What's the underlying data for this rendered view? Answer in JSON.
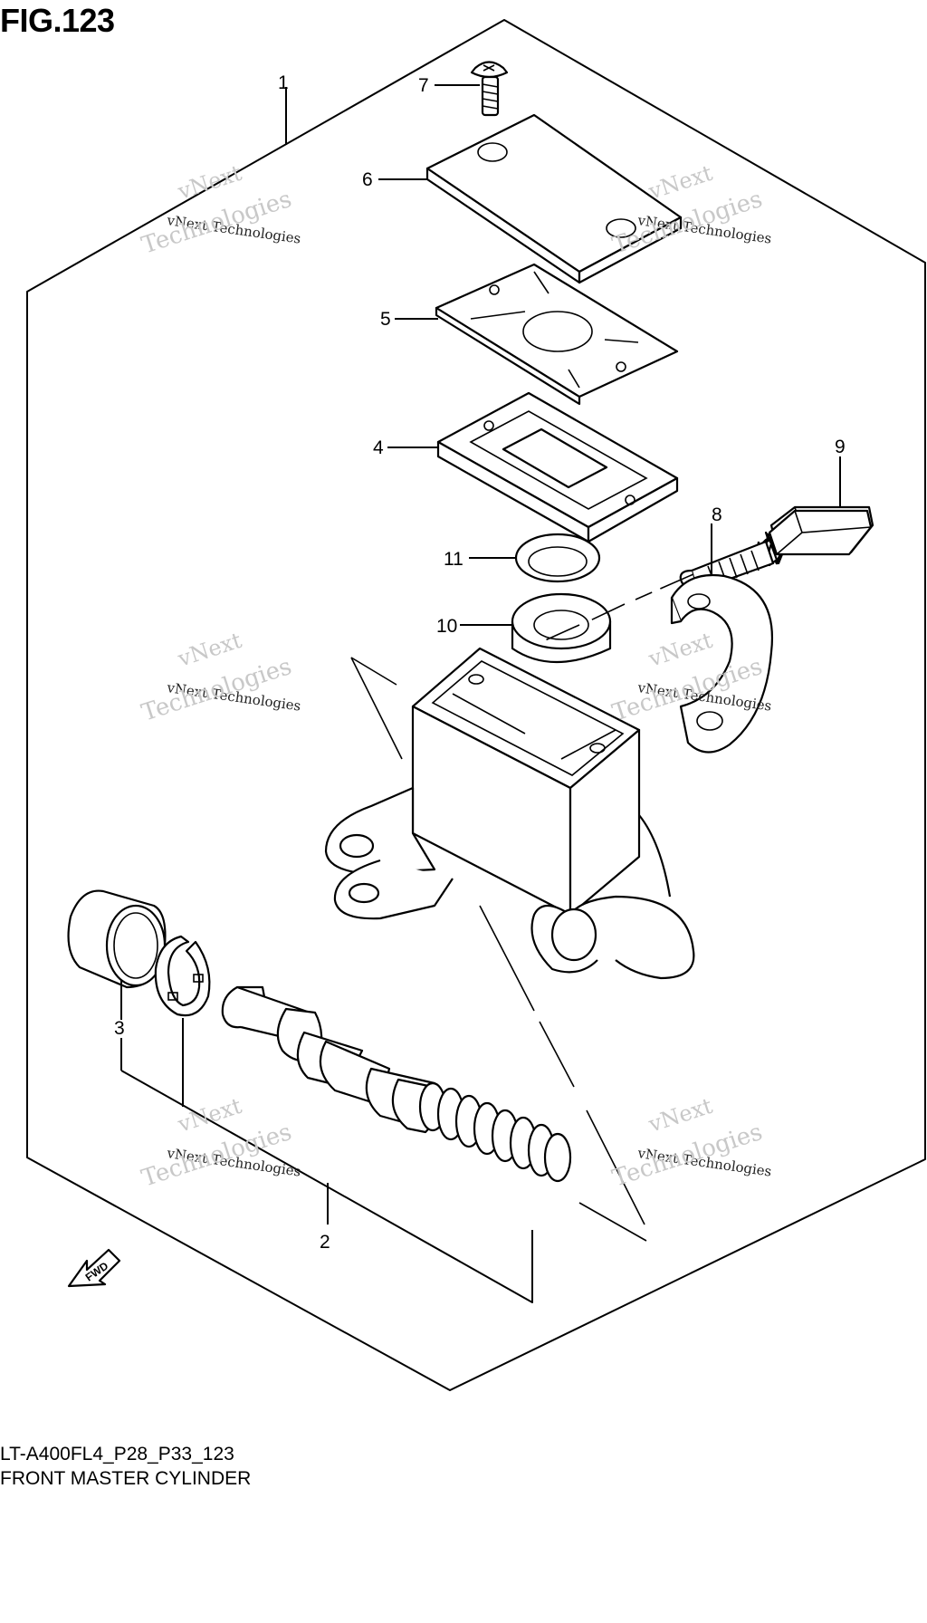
{
  "figure": {
    "title": "FIG.123",
    "model_code": "LT-A400FL4_P28_P33_123",
    "caption": "FRONT MASTER CYLINDER"
  },
  "callouts": [
    "1",
    "2",
    "3",
    "4",
    "5",
    "6",
    "7",
    "8",
    "9",
    "10",
    "11"
  ],
  "fwd_label": "FWD",
  "watermark": {
    "line1": "vNext",
    "line2": "vNext Technologies",
    "line3": "Technologies"
  }
}
